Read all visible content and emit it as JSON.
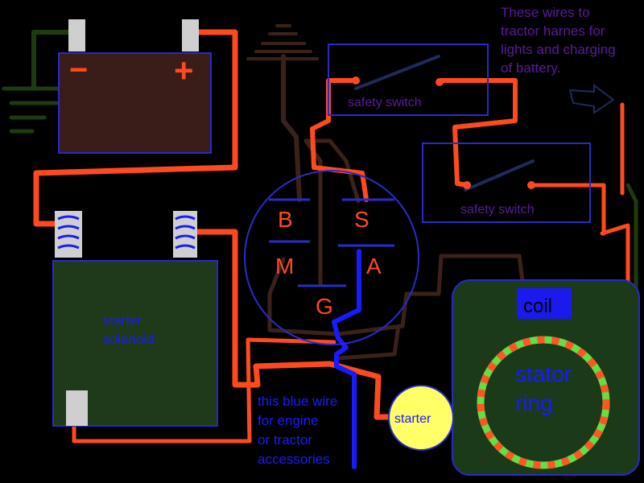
{
  "note": {
    "lines": [
      "These wires to",
      "tractor harnes for",
      "lights and charging",
      "of battery."
    ]
  },
  "battery": {
    "minus": "−",
    "plus": "+"
  },
  "safety_switch_1": {
    "label": "safety switch"
  },
  "safety_switch_2": {
    "label": "safety switch"
  },
  "ignition_switch": {
    "terminal_b": "B",
    "terminal_s": "S",
    "terminal_m": "M",
    "terminal_a": "A",
    "terminal_g": "G"
  },
  "solenoid": {
    "lines": [
      "starter",
      "solenoid"
    ]
  },
  "coil": {
    "label": "coil"
  },
  "stator": {
    "lines": [
      "stator",
      "ring"
    ]
  },
  "starter": {
    "label": "starter"
  },
  "blue_wire_note": {
    "lines": [
      "this blue wire",
      "for engine",
      "or tractor",
      "accessories"
    ]
  },
  "colors": {
    "background": "#000000",
    "wire_red": "#ff4a1f",
    "wire_brown": "#3a2218",
    "wire_blue": "#1a1aff",
    "wire_green": "#1e3a10",
    "outline_blue": "#2a2ac8",
    "note_purple": "#5a1a9a",
    "battery_fill": "#3a1c18",
    "solenoid_fill": "#1e3a1a",
    "stator_fill": "#1a3a1a",
    "coil_fill": "#1a1aee",
    "starter_fill": "#ffff66",
    "ring_green": "#66dd44",
    "ring_orange": "#ff5522",
    "terminal_grey": "#cfcfcf"
  }
}
